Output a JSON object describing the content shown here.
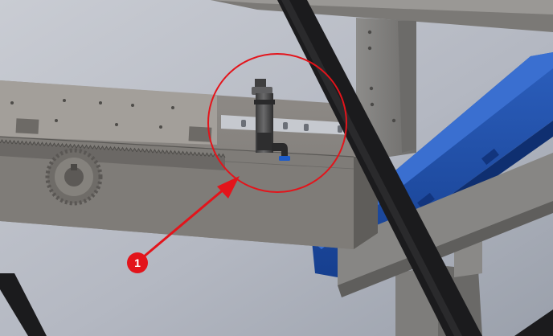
{
  "callout": {
    "number": "1",
    "color": "#e3141b"
  },
  "colors": {
    "background": "#b4b9c4",
    "machine_gray": "#8f8c89",
    "conveyor_blue": "#1f4fa8",
    "strut_black": "#1b1b1d",
    "sensor_dark": "#454546",
    "fitting_blue": "#1e5cc8"
  },
  "parts": [
    "beam",
    "rack-gear",
    "spur-gear",
    "sensor-body",
    "push-fitting",
    "diagonal-strut",
    "vertical-post",
    "conveyor-rail"
  ]
}
